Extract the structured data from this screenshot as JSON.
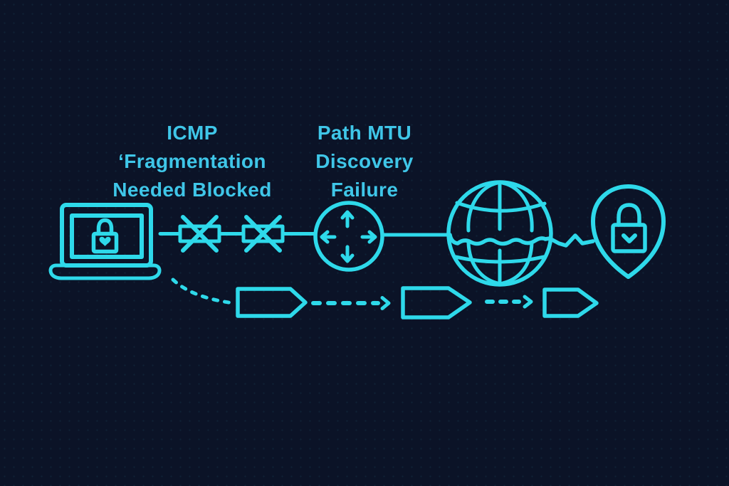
{
  "colors": {
    "background": "#0b1327",
    "line": "#2ed9ea",
    "text": "#3fc6e8"
  },
  "labels": {
    "icmp_blocked": {
      "lines": [
        "ICMP",
        "‘Fragmentation",
        "Needed Blocked"
      ]
    },
    "pmtud_failure": {
      "lines": [
        "Path MTU",
        "Discovery",
        "Failure"
      ]
    }
  }
}
